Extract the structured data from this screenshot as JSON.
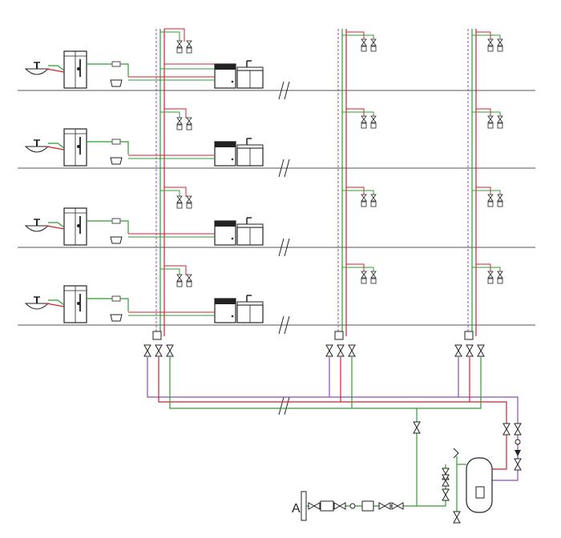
{
  "diagram": {
    "type": "plumbing-schematic",
    "floors": 4,
    "risers_per_floor": 3,
    "line_colors": {
      "cold_water": "#2f9e2f",
      "hot_water": "#d21f2f",
      "circulation": "#8a4bb8",
      "floor_slab": "#555555",
      "fixture": "#333333"
    },
    "inlet_label": "A"
  }
}
